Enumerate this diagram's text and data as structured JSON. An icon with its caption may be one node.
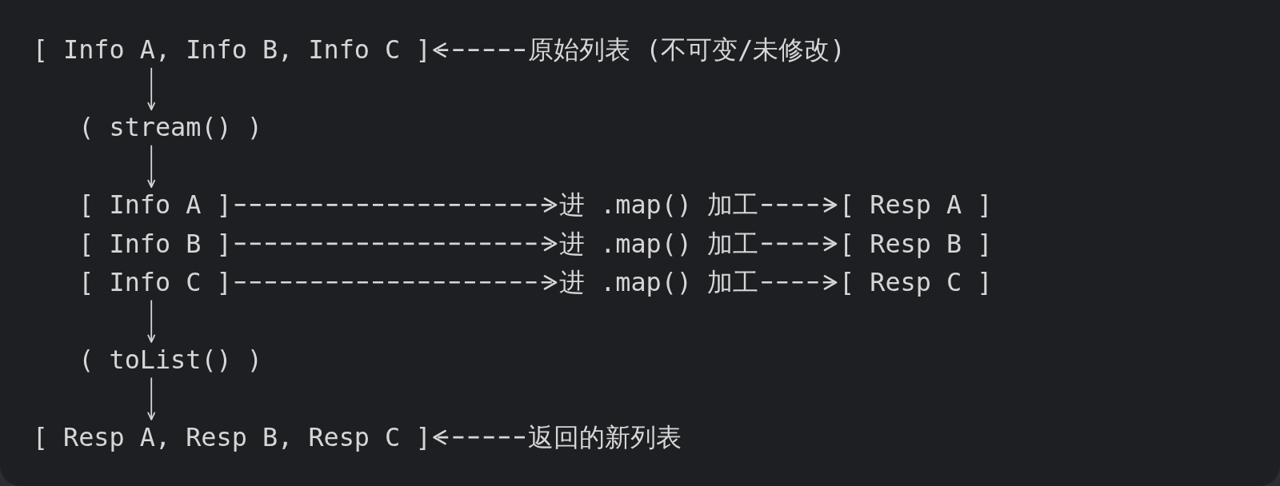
{
  "diagram": {
    "nodes": [
      {
        "text": [
          "[ Info A, Info B, Info C ]"
        ]
      },
      {
        "text": [
          "原始列表 (不可变/未修改)"
        ]
      },
      {
        "text": [
          "( stream() )"
        ]
      },
      {
        "text": [
          "[ Info A ]"
        ]
      },
      {
        "text": [
          "进 .map() 加工"
        ]
      },
      {
        "text": [
          "[ Resp A ]"
        ]
      },
      {
        "text": [
          "[ Info B ]"
        ]
      },
      {
        "text": [
          "进 .map() 加工"
        ]
      },
      {
        "text": [
          "[ Resp B ]"
        ]
      },
      {
        "text": [
          "[ Info C ]"
        ]
      },
      {
        "text": [
          "进 .map() 加工"
        ]
      },
      {
        "text": [
          "[ Resp C ]"
        ]
      },
      {
        "text": [
          "( toList() )"
        ]
      },
      {
        "text": [
          "[ Resp A, Resp B, Resp C ]"
        ]
      },
      {
        "text": [
          "返回的新列表"
        ]
      }
    ],
    "edges": [
      {
        "from": 1,
        "to": 0,
        "arrow": "to",
        "style": "dashed"
      },
      {
        "from": 0,
        "to": 2,
        "arrow": "to"
      },
      {
        "from": 2,
        "to": 3,
        "arrow": "to"
      },
      {
        "from": 3,
        "to": 4,
        "arrow": "to",
        "style": "dashed"
      },
      {
        "from": 4,
        "to": 5,
        "arrow": "to",
        "style": "dashed"
      },
      {
        "from": 6,
        "to": 7,
        "arrow": "to",
        "style": "dashed"
      },
      {
        "from": 7,
        "to": 8,
        "arrow": "to",
        "style": "dashed"
      },
      {
        "from": 9,
        "to": 10,
        "arrow": "to",
        "style": "dashed"
      },
      {
        "from": 10,
        "to": 11,
        "arrow": "to",
        "style": "dashed"
      },
      {
        "from": 9,
        "to": 12,
        "arrow": "to"
      },
      {
        "from": 12,
        "to": 13,
        "arrow": "to"
      },
      {
        "from": 14,
        "to": 13,
        "arrow": "to",
        "style": "dashed"
      }
    ]
  }
}
